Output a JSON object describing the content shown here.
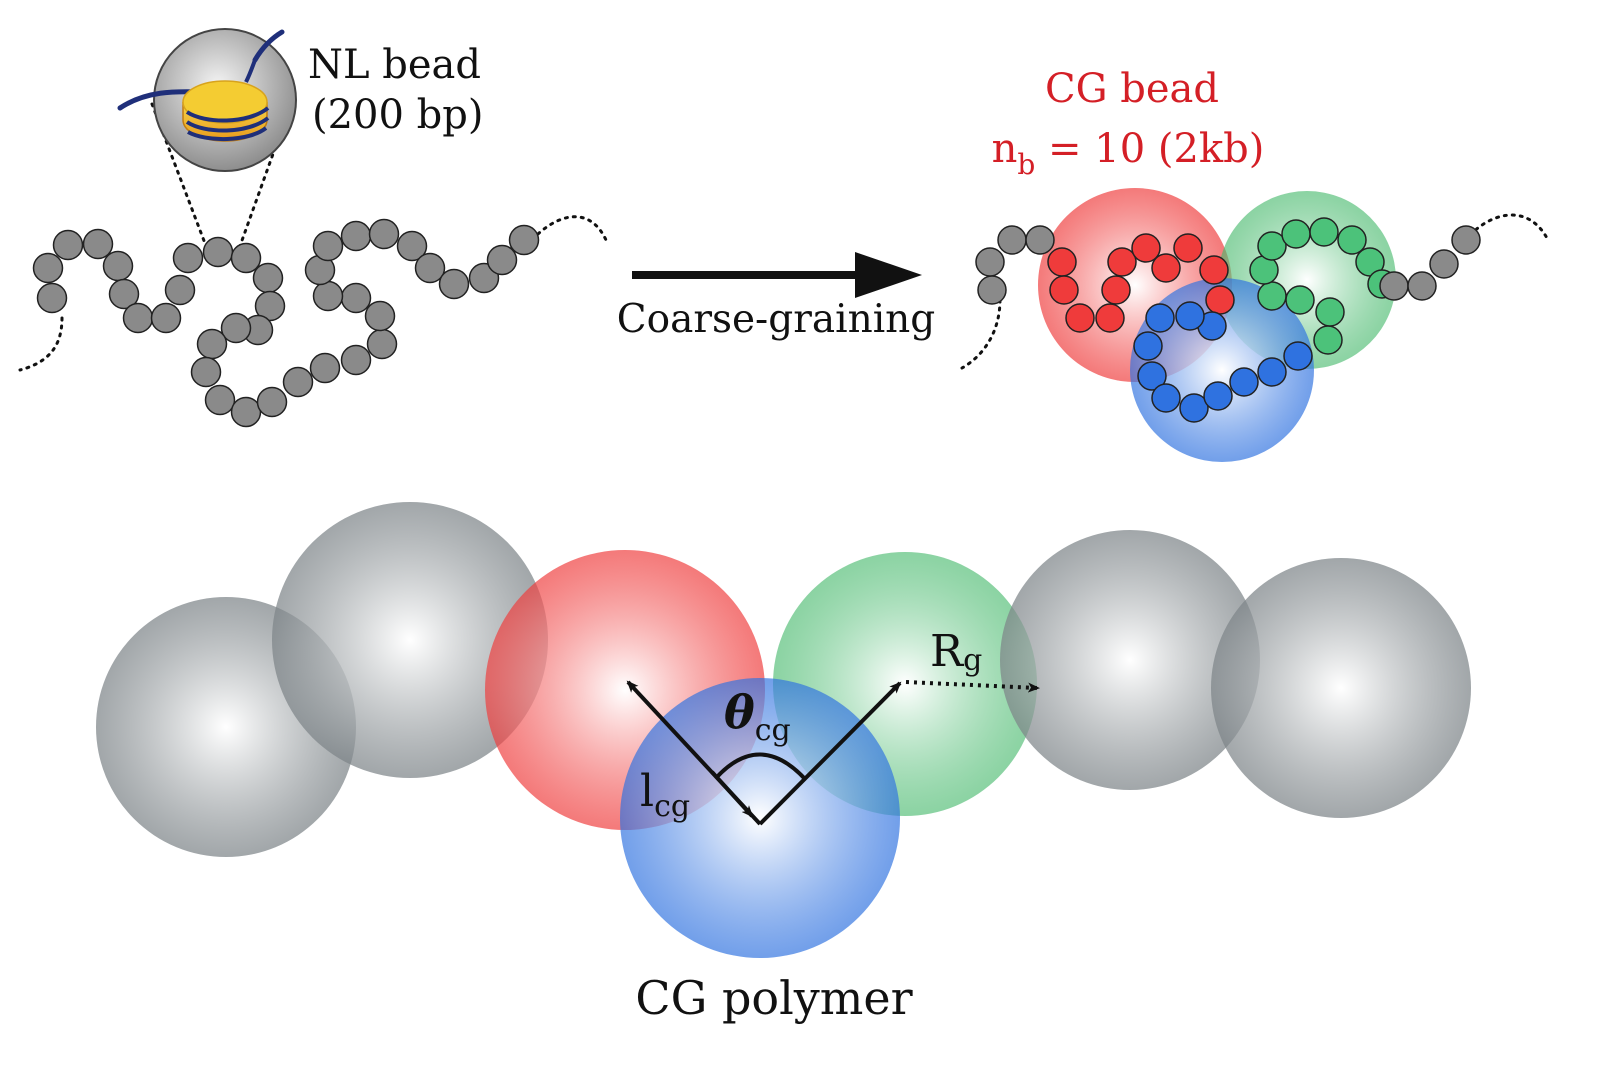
{
  "labels": {
    "nl_bead_line1": "NL bead",
    "nl_bead_line2": "(200 bp)",
    "arrow_label": "Coarse-graining",
    "cg_bead_line1": "CG bead",
    "cg_bead_nb_base": "n",
    "cg_bead_nb_sub": "b",
    "cg_bead_nb_rest": " = 10 (2kb)",
    "rg_base": "R",
    "rg_sub": "g",
    "theta_base": "θ",
    "theta_sub": "cg",
    "lcg_base": "l",
    "lcg_sub": "cg",
    "cg_polymer": "CG polymer"
  },
  "colors": {
    "nl_bead": "#8a8a8a",
    "cg_red": "#ef3b3b",
    "cg_green": "#4cc27a",
    "cg_blue": "#2f72e0",
    "cg_gray": "#9aa0a4",
    "label_red": "#d41f26",
    "nucleosome": "#f2c230",
    "dna": "#1f2f7a"
  },
  "icons": [
    "nucleosome-icon",
    "arrow-right-icon"
  ]
}
